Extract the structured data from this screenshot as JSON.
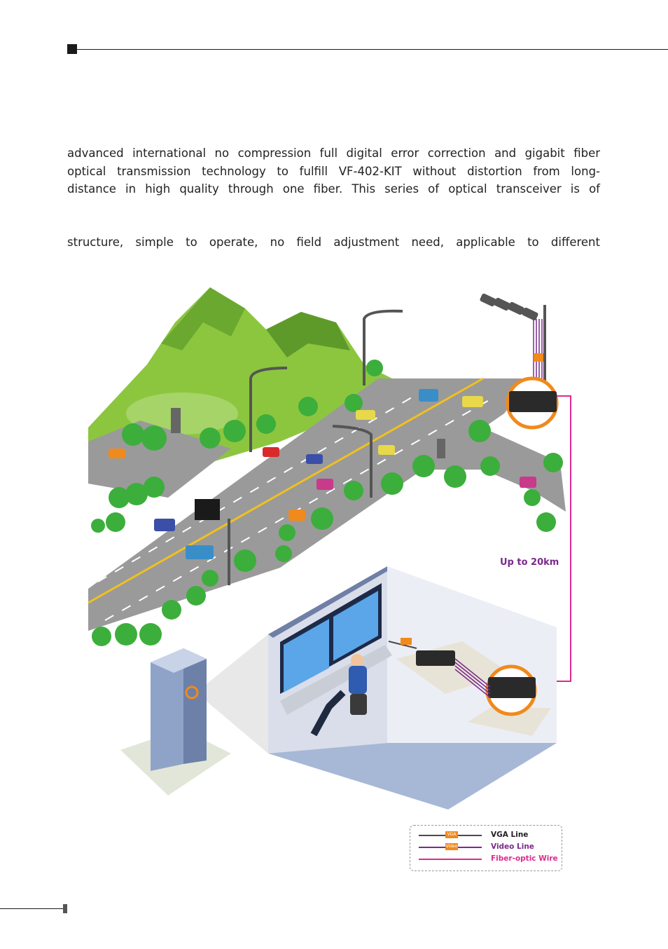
{
  "paragraph1": [
    "advanced international no compression full digital error correction and gigabit fiber",
    "optical transmission technology to fulfill VF-402-KIT without distortion from long-",
    "distance in high quality through one fiber. This series of optical transceiver is of"
  ],
  "paragraph2": [
    "structure, simple to operate, no field adjustment need, applicable to different"
  ],
  "diagram": {
    "distance_label": "Up to 20km",
    "tag_vga": "VGA",
    "tag_video": "Video",
    "legend": [
      {
        "label": "VGA Line",
        "color": "#4a4a4a",
        "tag": "VGA"
      },
      {
        "label": "Video Line",
        "color": "#7b2a8c",
        "tag": "Video"
      },
      {
        "label": "Fiber-optic Wire",
        "color": "#e0288f",
        "tag": ""
      }
    ]
  },
  "colors": {
    "fiber": "#e0288f",
    "video": "#7b2a8c",
    "accent_orange": "#f08a1c",
    "road": "#9a9a9a",
    "grass": "#8cc63f"
  }
}
